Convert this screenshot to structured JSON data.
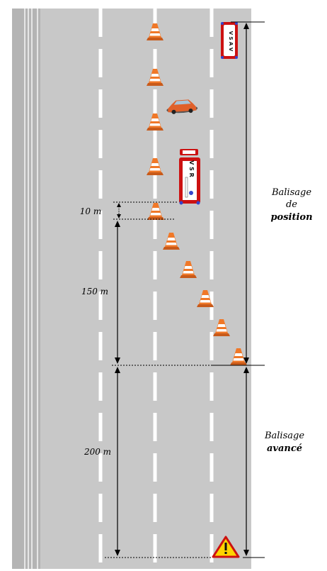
{
  "distances": {
    "gap_10": "10 m",
    "gap_150": "150 m",
    "gap_200": "200 m"
  },
  "zones": {
    "position": {
      "line1": "Balisage",
      "line2": "de",
      "line3": "position"
    },
    "advance": {
      "line1": "Balisage",
      "line2": "avancé"
    }
  },
  "vehicles": {
    "vsav_text": "V S A V",
    "vsr_text": "V S R"
  },
  "colors": {
    "road": "#c8c8c8",
    "shoulder": "#b4b4b4",
    "lane_marking": "#ffffff",
    "cone": "#f07828",
    "truck_red": "#cc1111",
    "car": "#e0602a",
    "warning_yellow": "#ffd400"
  },
  "icons": [
    "traffic-cone-icon",
    "car-icon",
    "warning-triangle-icon",
    "vsav-vehicle-icon",
    "vsr-vehicle-icon"
  ]
}
